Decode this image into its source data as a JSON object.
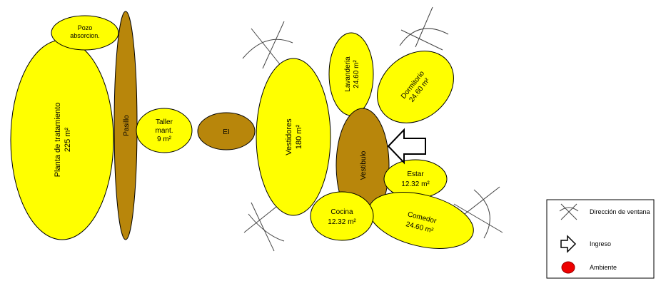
{
  "colors": {
    "yellow": "#ffff00",
    "brown": "#b8860b",
    "outline": "#000000",
    "line": "#444444",
    "red": "#ee0000"
  },
  "spaces": {
    "pozo": {
      "line1": "Pozo",
      "line2": "absorcion."
    },
    "planta": {
      "line1": "Planta de tratamiento",
      "line2": "225 m²"
    },
    "pasillo": {
      "line1": "Pasillo"
    },
    "taller": {
      "line1": "Taller",
      "line2": "mant.",
      "line3": "9 m²"
    },
    "ei": {
      "line1": "EI"
    },
    "vestidores": {
      "line1": "Vestidores",
      "line2": "180 m²"
    },
    "lavanderia": {
      "line1": "Lavanderia",
      "line2": "24.60 m²"
    },
    "dormitorio": {
      "line1": "Dormitorio",
      "line2": "24.60 m²"
    },
    "vestibulo": {
      "line1": "Vestibulo"
    },
    "estar": {
      "line1": "Estar",
      "line2": "12.32 m²"
    },
    "cocina": {
      "line1": "Cocina",
      "line2": "12.32 m²"
    },
    "comedor": {
      "line1": "Comedor",
      "line2": "24.60 m²"
    }
  },
  "legend": {
    "ventana": "Dirección de ventana",
    "ingreso": "Ingreso",
    "ambiente": "Ambiente"
  }
}
